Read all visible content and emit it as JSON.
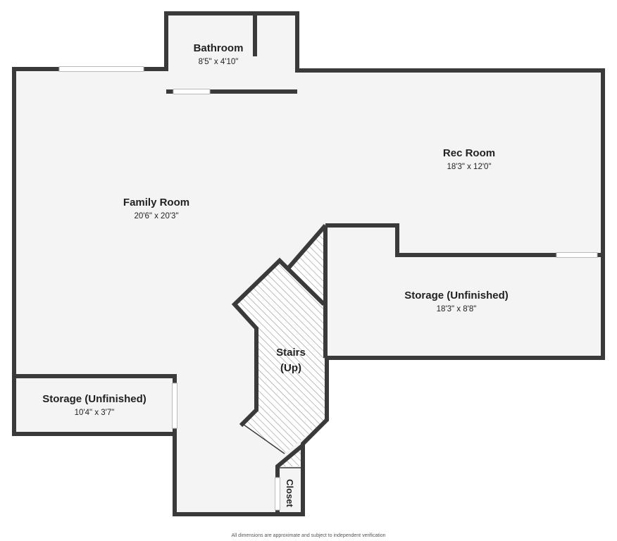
{
  "colors": {
    "wall": "#3a3a3a",
    "floor": "#f4f4f4",
    "hatch": "#9a9a9a",
    "window": "#ffffff",
    "background": "#ffffff"
  },
  "rooms": {
    "bathroom": {
      "name": "Bathroom",
      "dims": "8'5\" x 4'10\""
    },
    "rec_room": {
      "name": "Rec Room",
      "dims": "18'3\" x 12'0\""
    },
    "family_room": {
      "name": "Family Room",
      "dims": "20'6\" x 20'3\""
    },
    "storage_right": {
      "name": "Storage (Unfinished)",
      "dims": "18'3\" x 8'8\""
    },
    "stairs": {
      "name_line1": "Stairs",
      "name_line2": "(Up)"
    },
    "storage_left": {
      "name": "Storage (Unfinished)",
      "dims": "10'4\" x 3'7\""
    },
    "closet": {
      "name": "Closet"
    }
  },
  "disclaimer": "All dimensions are approximate and subject to independent verification"
}
